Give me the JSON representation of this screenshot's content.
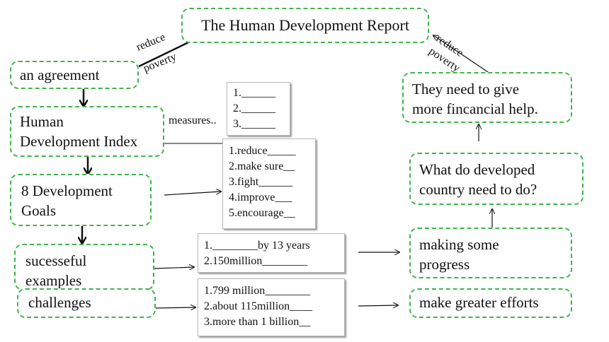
{
  "title": "The Human Development Report",
  "left": {
    "agreement": "an agreement",
    "hdi_line1": "Human",
    "hdi_line2": "Development Index",
    "goals_line1": "8 Development",
    "goals_line2": "Goals",
    "examples_line1": "sucesseful",
    "examples_line2": "examples",
    "challenges": "challenges"
  },
  "labels": {
    "reduce": "reduce",
    "poverty": "poverty",
    "measures": "measures.."
  },
  "measures_list": [
    "1.______",
    "2.______",
    "3.______"
  ],
  "goals_list": [
    "1.reduce_____",
    "2.make sure__",
    "3.fight______",
    "4.improve___",
    "5.encourage__"
  ],
  "examples_list": [
    "1.________by 13 years",
    "2.150million________"
  ],
  "challenges_list": [
    "1.799 million________",
    "2.about 115million____",
    "3.more than 1 billion__"
  ],
  "right": {
    "help_line1": "They need to give",
    "help_line2": "more fincancial help.",
    "question_line1": "What do developed",
    "question_line2": "country need to do?",
    "progress_line1": "making some",
    "progress_line2": "progress",
    "efforts": "make greater efforts"
  },
  "colors": {
    "dash_border": "#3fb54b",
    "gray_border": "#b8b8b8",
    "text": "#111111"
  }
}
